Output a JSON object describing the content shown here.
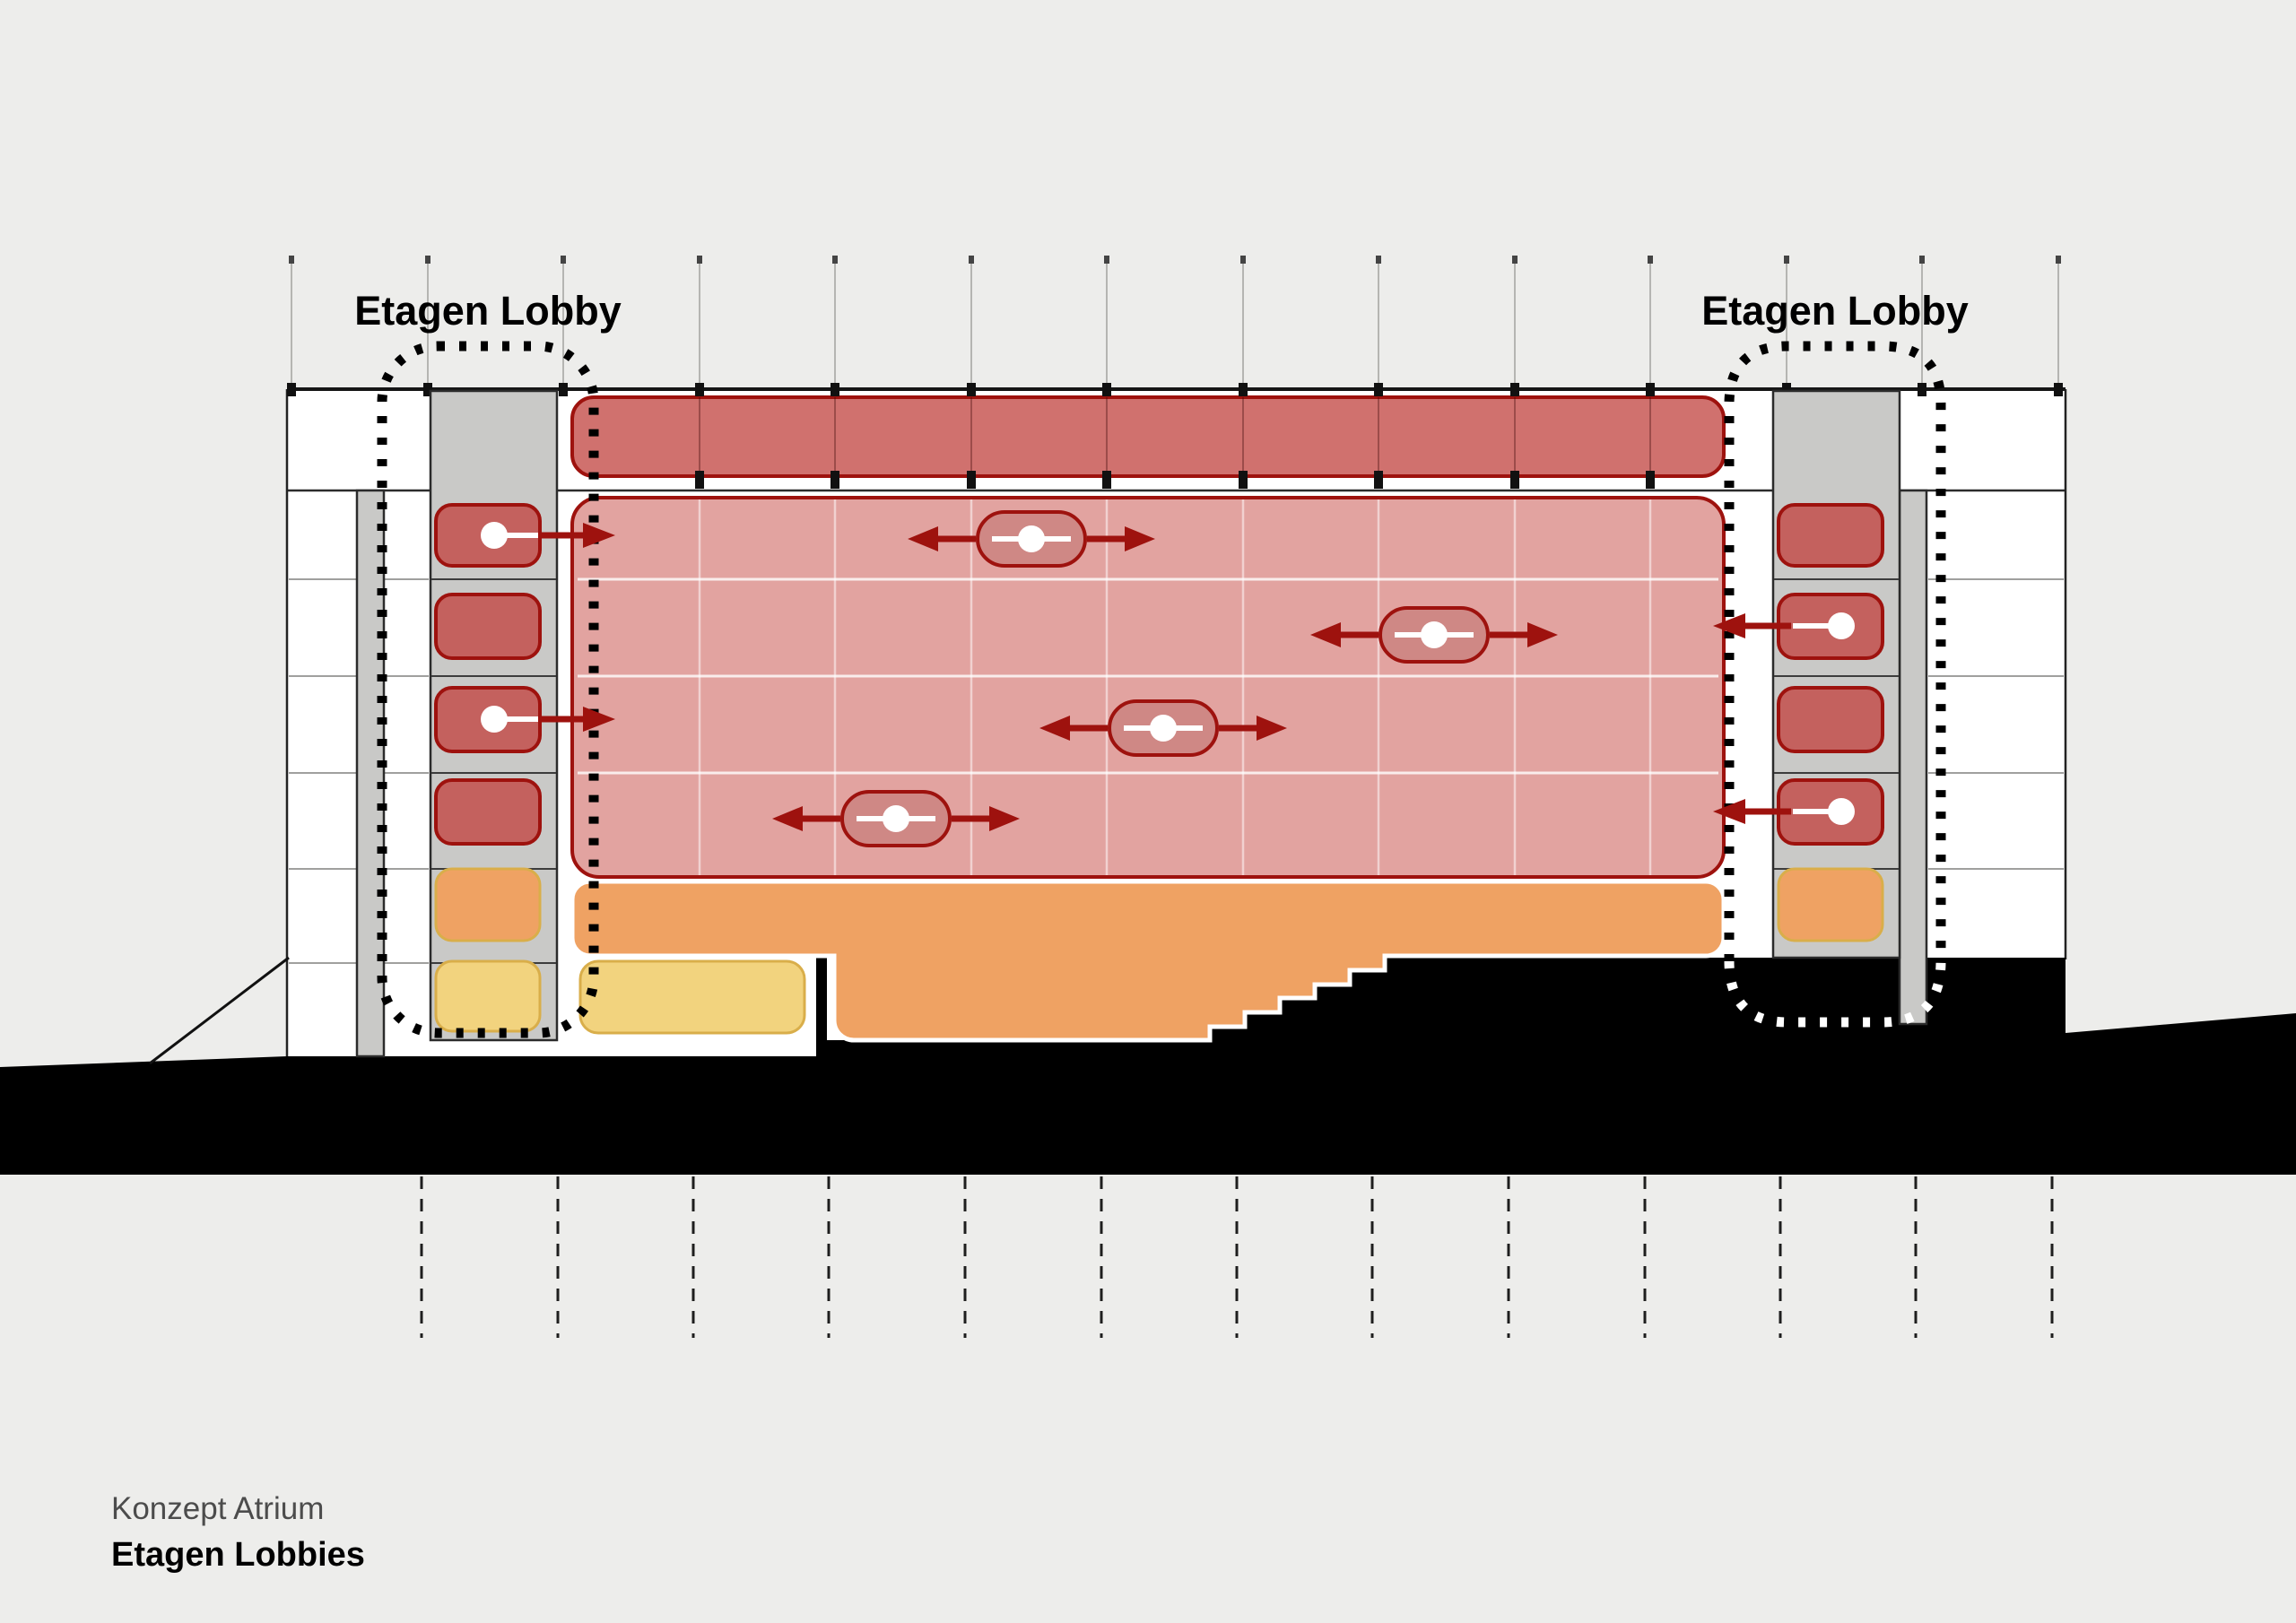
{
  "labels": {
    "left_lobby": "Etagen Lobby",
    "right_lobby": "Etagen Lobby"
  },
  "caption": {
    "line1": "Konzept Atrium",
    "line2": "Etagen Lobbies"
  },
  "colors": {
    "background": "#ededeb",
    "paper": "#ffffff",
    "dark_red": "#9e120e",
    "band_red": "#d0716e",
    "room_red": "#c4615e",
    "atrium_pink": "#e2a3a0",
    "capsule_pink": "#cf8885",
    "orange": "#efa263",
    "yellow": "#f2d37e",
    "yellow_border": "#d9ae4a",
    "tower_gray": "#c9c9c7",
    "ground_black": "#000000"
  }
}
